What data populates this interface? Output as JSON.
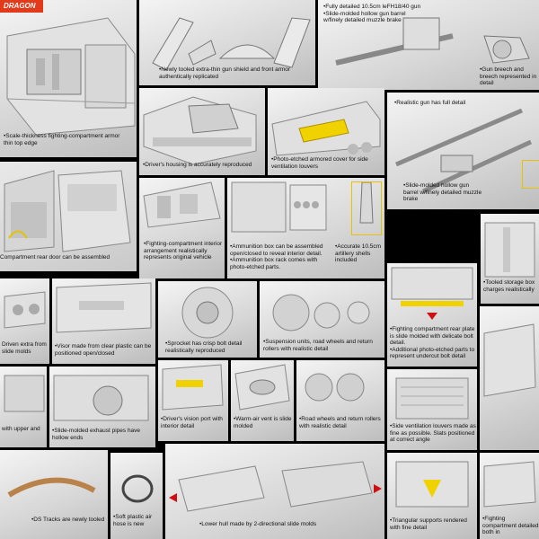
{
  "brand": {
    "logo_text": "DRAGON",
    "accent_color": "#e23a1a",
    "arrow_color": "#d01010",
    "highlight_color": "#e6c200"
  },
  "captions": {
    "fighting_compartment": [
      "Scale-thickness fighting-compartment armor",
      "thin top edge"
    ],
    "gun_shield": [
      "Newly tooled extra-thin gun shield and front armor authentically replicated"
    ],
    "gun_top": [
      "Fully detailed 10.5cm leFH18/40 gun",
      "Slide-molded hollow gun barrel w/finely detailed muzzle brake"
    ],
    "breech": [
      "Gun breech and breech represented in detail"
    ],
    "drivers_housing": [
      "Driver's housing is accurately reproduced"
    ],
    "armored_cover": [
      "Photo-etched armored cover for side ventilation louvers"
    ],
    "realistic_gun": [
      "Realistic gun has full detail"
    ],
    "rear_door": [
      "Compartment rear door can be assembled"
    ],
    "fc_interior": [
      "Fighting-compartment interior arrangement realistically represents original vehicle"
    ],
    "ammo_box": [
      "Ammunition box can be assembled open/closed to reveal interior detail.",
      "Ammunition box rack comes with photo-etched parts."
    ],
    "shells": [
      "Accurate 10.5cm artillery shells included"
    ],
    "slide_barrel": [
      "Slide-molded hollow gun barrel w/finely detailed muzzle brake"
    ],
    "storage_box": [
      "Tooled storage box charges realistically"
    ],
    "driven_extra": [
      "Driven extra from slide molds"
    ],
    "visor": [
      "Visor made from clear plastic can be positioned open/closed"
    ],
    "sprocket": [
      "Sprocket has crisp bolt detail realistically reproduced"
    ],
    "suspension": [
      "Suspension units, road wheels and return rollers with realistic detail"
    ],
    "compartment_rear_plate": [
      "Fighting compartment rear plate is slide molded with delicate bolt detail.",
      "Additional photo-etched parts to represent undercut bolt detail"
    ],
    "exhaust": [
      "Slide-molded exhaust pipes have hollow ends"
    ],
    "vision_port": [
      "Driver's vision port with interior detail"
    ],
    "warm_air": [
      "Warm-air vent is slide molded"
    ],
    "road_wheels": [
      "Road wheels and return rollers with realistic detail"
    ],
    "ventilation_louvers": [
      "Side ventilation louvers made as fine as possible. Slats positioned at correct angle"
    ],
    "tracks_upper": [
      "with upper and"
    ],
    "ds_tracks": [
      "DS Tracks are newly tooled"
    ],
    "air_hose": [
      "Soft plastic air hose is new"
    ],
    "lower_hull": [
      "Lower hull made by 2-directional slide molds"
    ],
    "triangular": [
      "Triangular supports rendered with fine detail"
    ],
    "fc_bolt": [
      "Fighting compartment detailed both in"
    ]
  }
}
